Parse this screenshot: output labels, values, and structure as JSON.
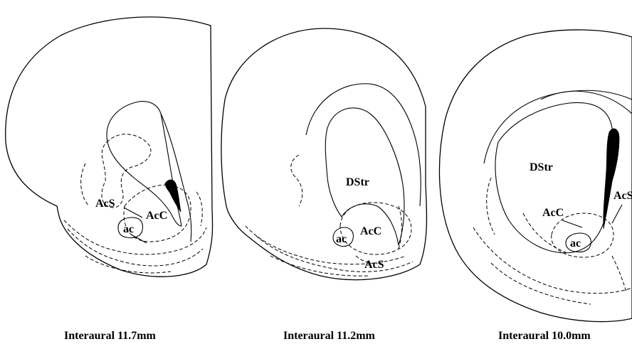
{
  "panels": [
    {
      "caption": "Interaural 11.7mm",
      "labels": {
        "acs": "AcS",
        "acc": "AcC",
        "ac": "ac"
      }
    },
    {
      "caption": "Interaural 11.2mm",
      "labels": {
        "dstr": "DStr",
        "ac": "ac",
        "acc": "AcC",
        "acs": "AcS"
      }
    },
    {
      "caption": "Interaural 10.0mm",
      "labels": {
        "dstr": "DStr",
        "acs": "AcS",
        "acc": "AcC",
        "ac": "ac"
      }
    }
  ]
}
